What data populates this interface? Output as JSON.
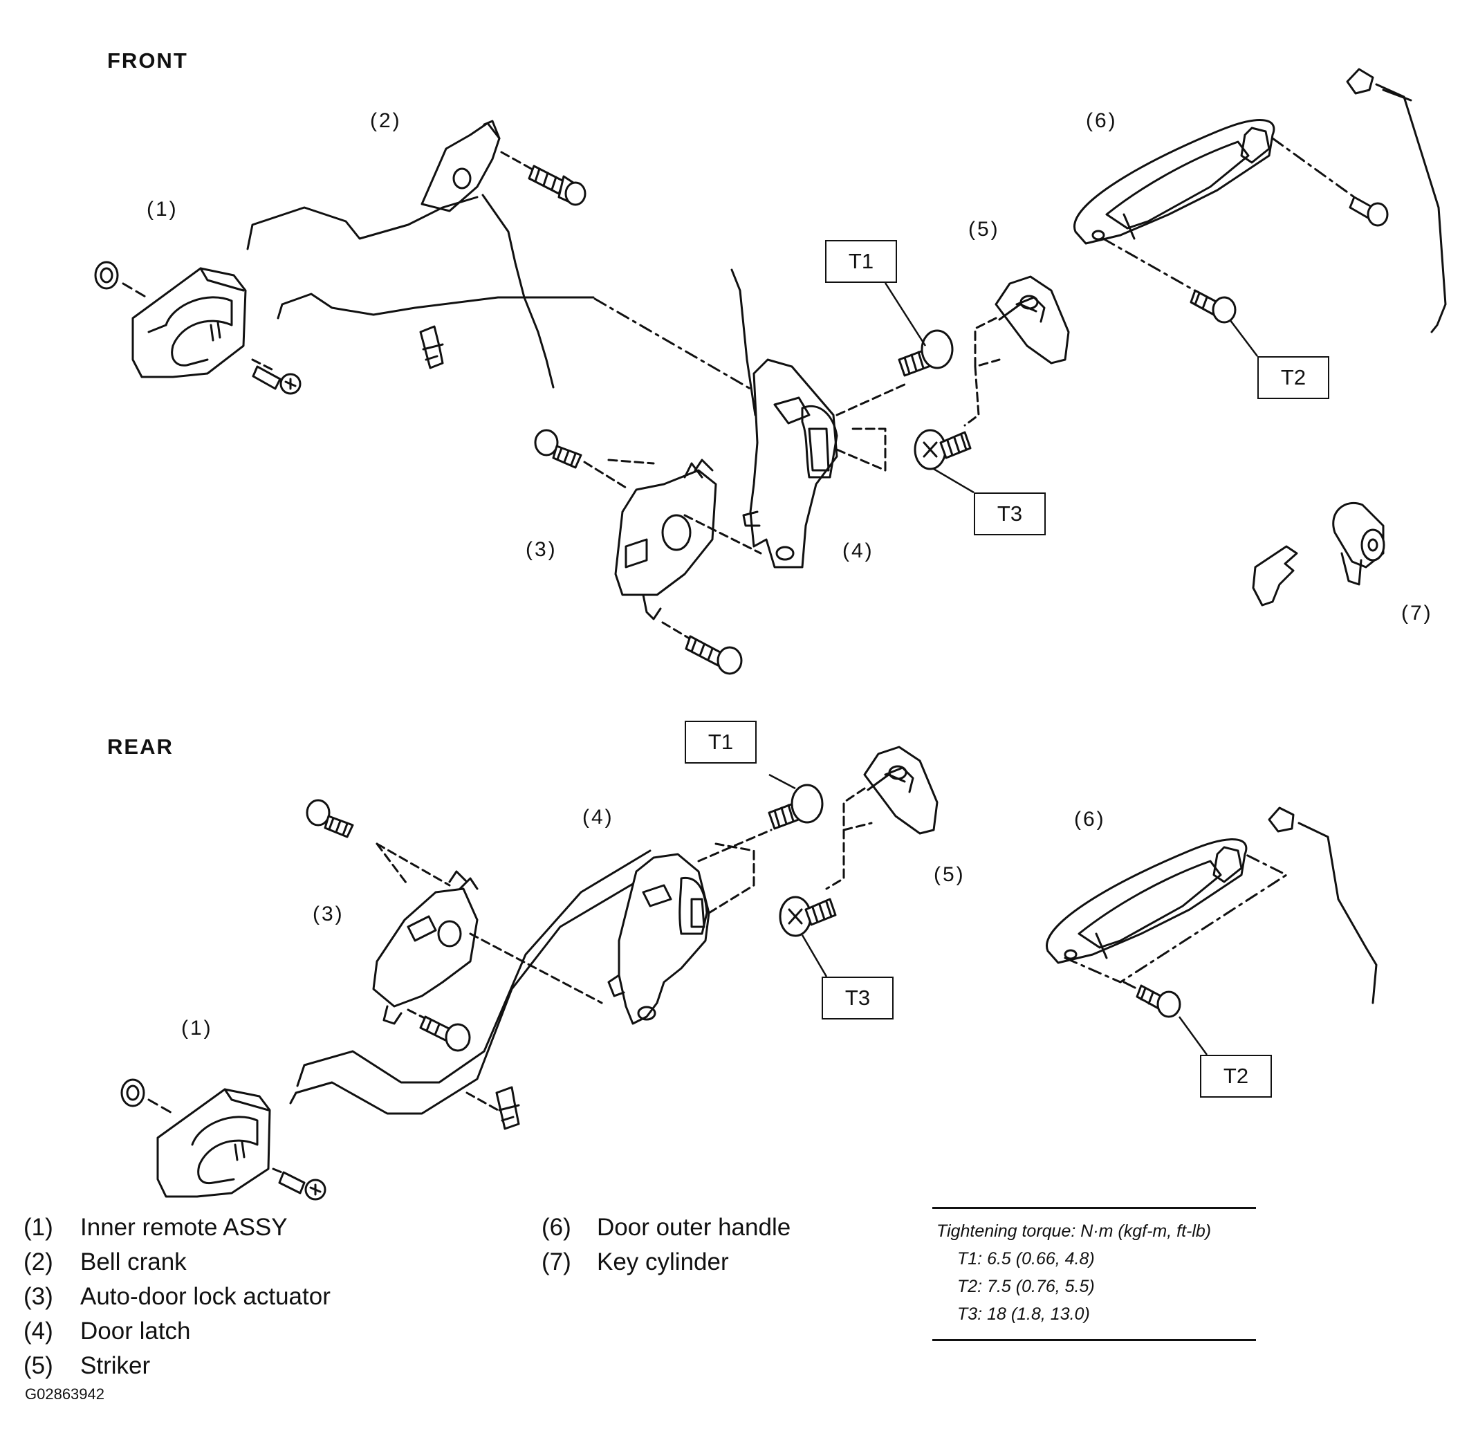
{
  "sections": {
    "front": "FRONT",
    "rear": "REAR"
  },
  "callouts": {
    "front": {
      "c1": "(1)",
      "c2": "(2)",
      "c3": "(3)",
      "c4": "(4)",
      "c5": "(5)",
      "c6": "(6)",
      "c7": "(7)"
    },
    "rear": {
      "c1": "(1)",
      "c3": "(3)",
      "c4": "(4)",
      "c5": "(5)",
      "c6": "(6)"
    }
  },
  "torque_boxes": {
    "front": {
      "t1": "T1",
      "t2": "T2",
      "t3": "T3"
    },
    "rear": {
      "t1": "T1",
      "t2": "T2",
      "t3": "T3"
    }
  },
  "legend": [
    {
      "num": "(1)",
      "label": "Inner remote ASSY"
    },
    {
      "num": "(2)",
      "label": "Bell crank"
    },
    {
      "num": "(3)",
      "label": "Auto-door lock actuator"
    },
    {
      "num": "(4)",
      "label": "Door latch"
    },
    {
      "num": "(5)",
      "label": "Striker"
    },
    {
      "num": "(6)",
      "label": "Door outer handle"
    },
    {
      "num": "(7)",
      "label": "Key cylinder"
    }
  ],
  "torque_spec": {
    "header": "Tightening torque: N·m (kgf-m, ft-lb)",
    "values": [
      "T1: 6.5 (0.66, 4.8)",
      "T2: 7.5 (0.76, 5.5)",
      "T3: 18 (1.8, 13.0)"
    ]
  },
  "figure_code": "G02863942"
}
